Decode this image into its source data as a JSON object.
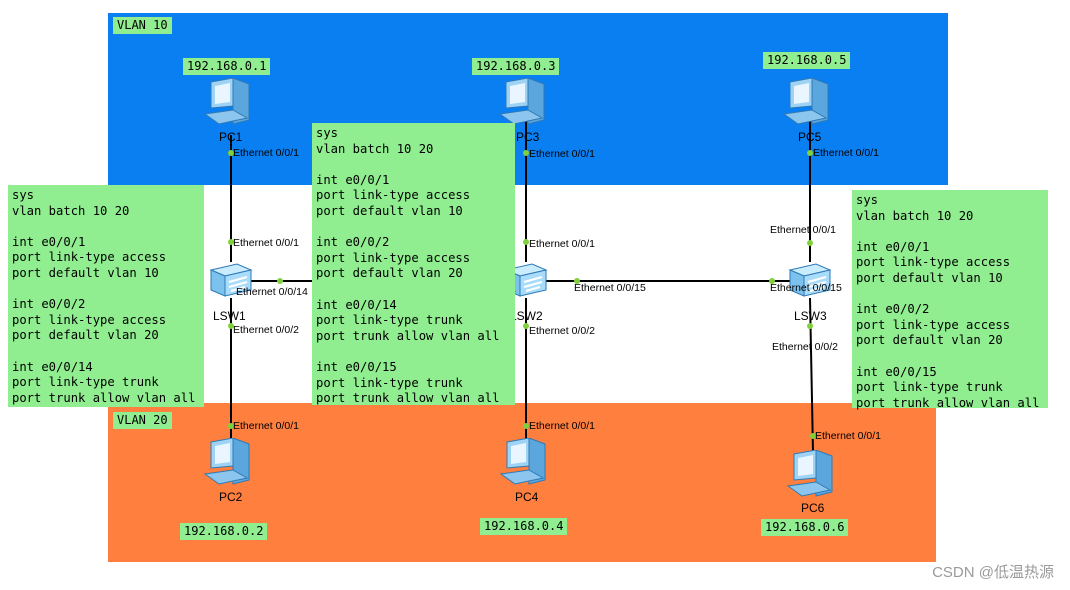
{
  "zones": {
    "vlan10_label": "VLAN 10",
    "vlan20_label": "VLAN 20",
    "vlan10_color": "#0a7ff2",
    "vlan20_color": "#ff7f3f"
  },
  "colors": {
    "note_bg": "#90ee90",
    "link": "#000000",
    "port_dot": "#7fd13b"
  },
  "devices": {
    "pc1": "PC1",
    "pc2": "PC2",
    "pc3": "PC3",
    "pc4": "PC4",
    "pc5": "PC5",
    "pc6": "PC6",
    "lsw1": "LSW1",
    "lsw2": "LSW2",
    "lsw3": "LSW3"
  },
  "ips": {
    "pc1": "192.168.0.1",
    "pc2": "192.168.0.2",
    "pc3": "192.168.0.3",
    "pc4": "192.168.0.4",
    "pc5": "192.168.0.5",
    "pc6": "192.168.0.6"
  },
  "ports": {
    "p1": "Ethernet 0/0/1",
    "p2": "Ethernet 0/0/2",
    "p14": "Ethernet 0/0/14",
    "p15": "Ethernet 0/0/15"
  },
  "configs": {
    "lsw1": [
      "sys",
      "vlan batch 10 20",
      "",
      "int e0/0/1",
      "port link-type access",
      "port default vlan 10",
      "",
      "int e0/0/2",
      "port link-type access",
      "port default vlan 20",
      "",
      "int e0/0/14",
      "port link-type trunk",
      "port trunk allow vlan all"
    ],
    "lsw2": [
      "sys",
      "vlan batch 10 20",
      "",
      "int e0/0/1",
      "port link-type access",
      "port default vlan 10",
      "",
      "int e0/0/2",
      "port link-type access",
      "port default vlan 20",
      "",
      "int e0/0/14",
      "port link-type trunk",
      "port trunk allow vlan all",
      "",
      "int e0/0/15",
      "port link-type trunk",
      "port trunk allow vlan all"
    ],
    "lsw3": [
      "sys",
      "vlan batch 10 20",
      "",
      "int e0/0/1",
      "port link-type access",
      "port default vlan 10",
      "",
      "int e0/0/2",
      "port link-type access",
      "port default vlan 20",
      "",
      "int e0/0/15",
      "port link-type trunk",
      "port trunk allow vlan all"
    ]
  },
  "watermark": "CSDN @低温热源"
}
